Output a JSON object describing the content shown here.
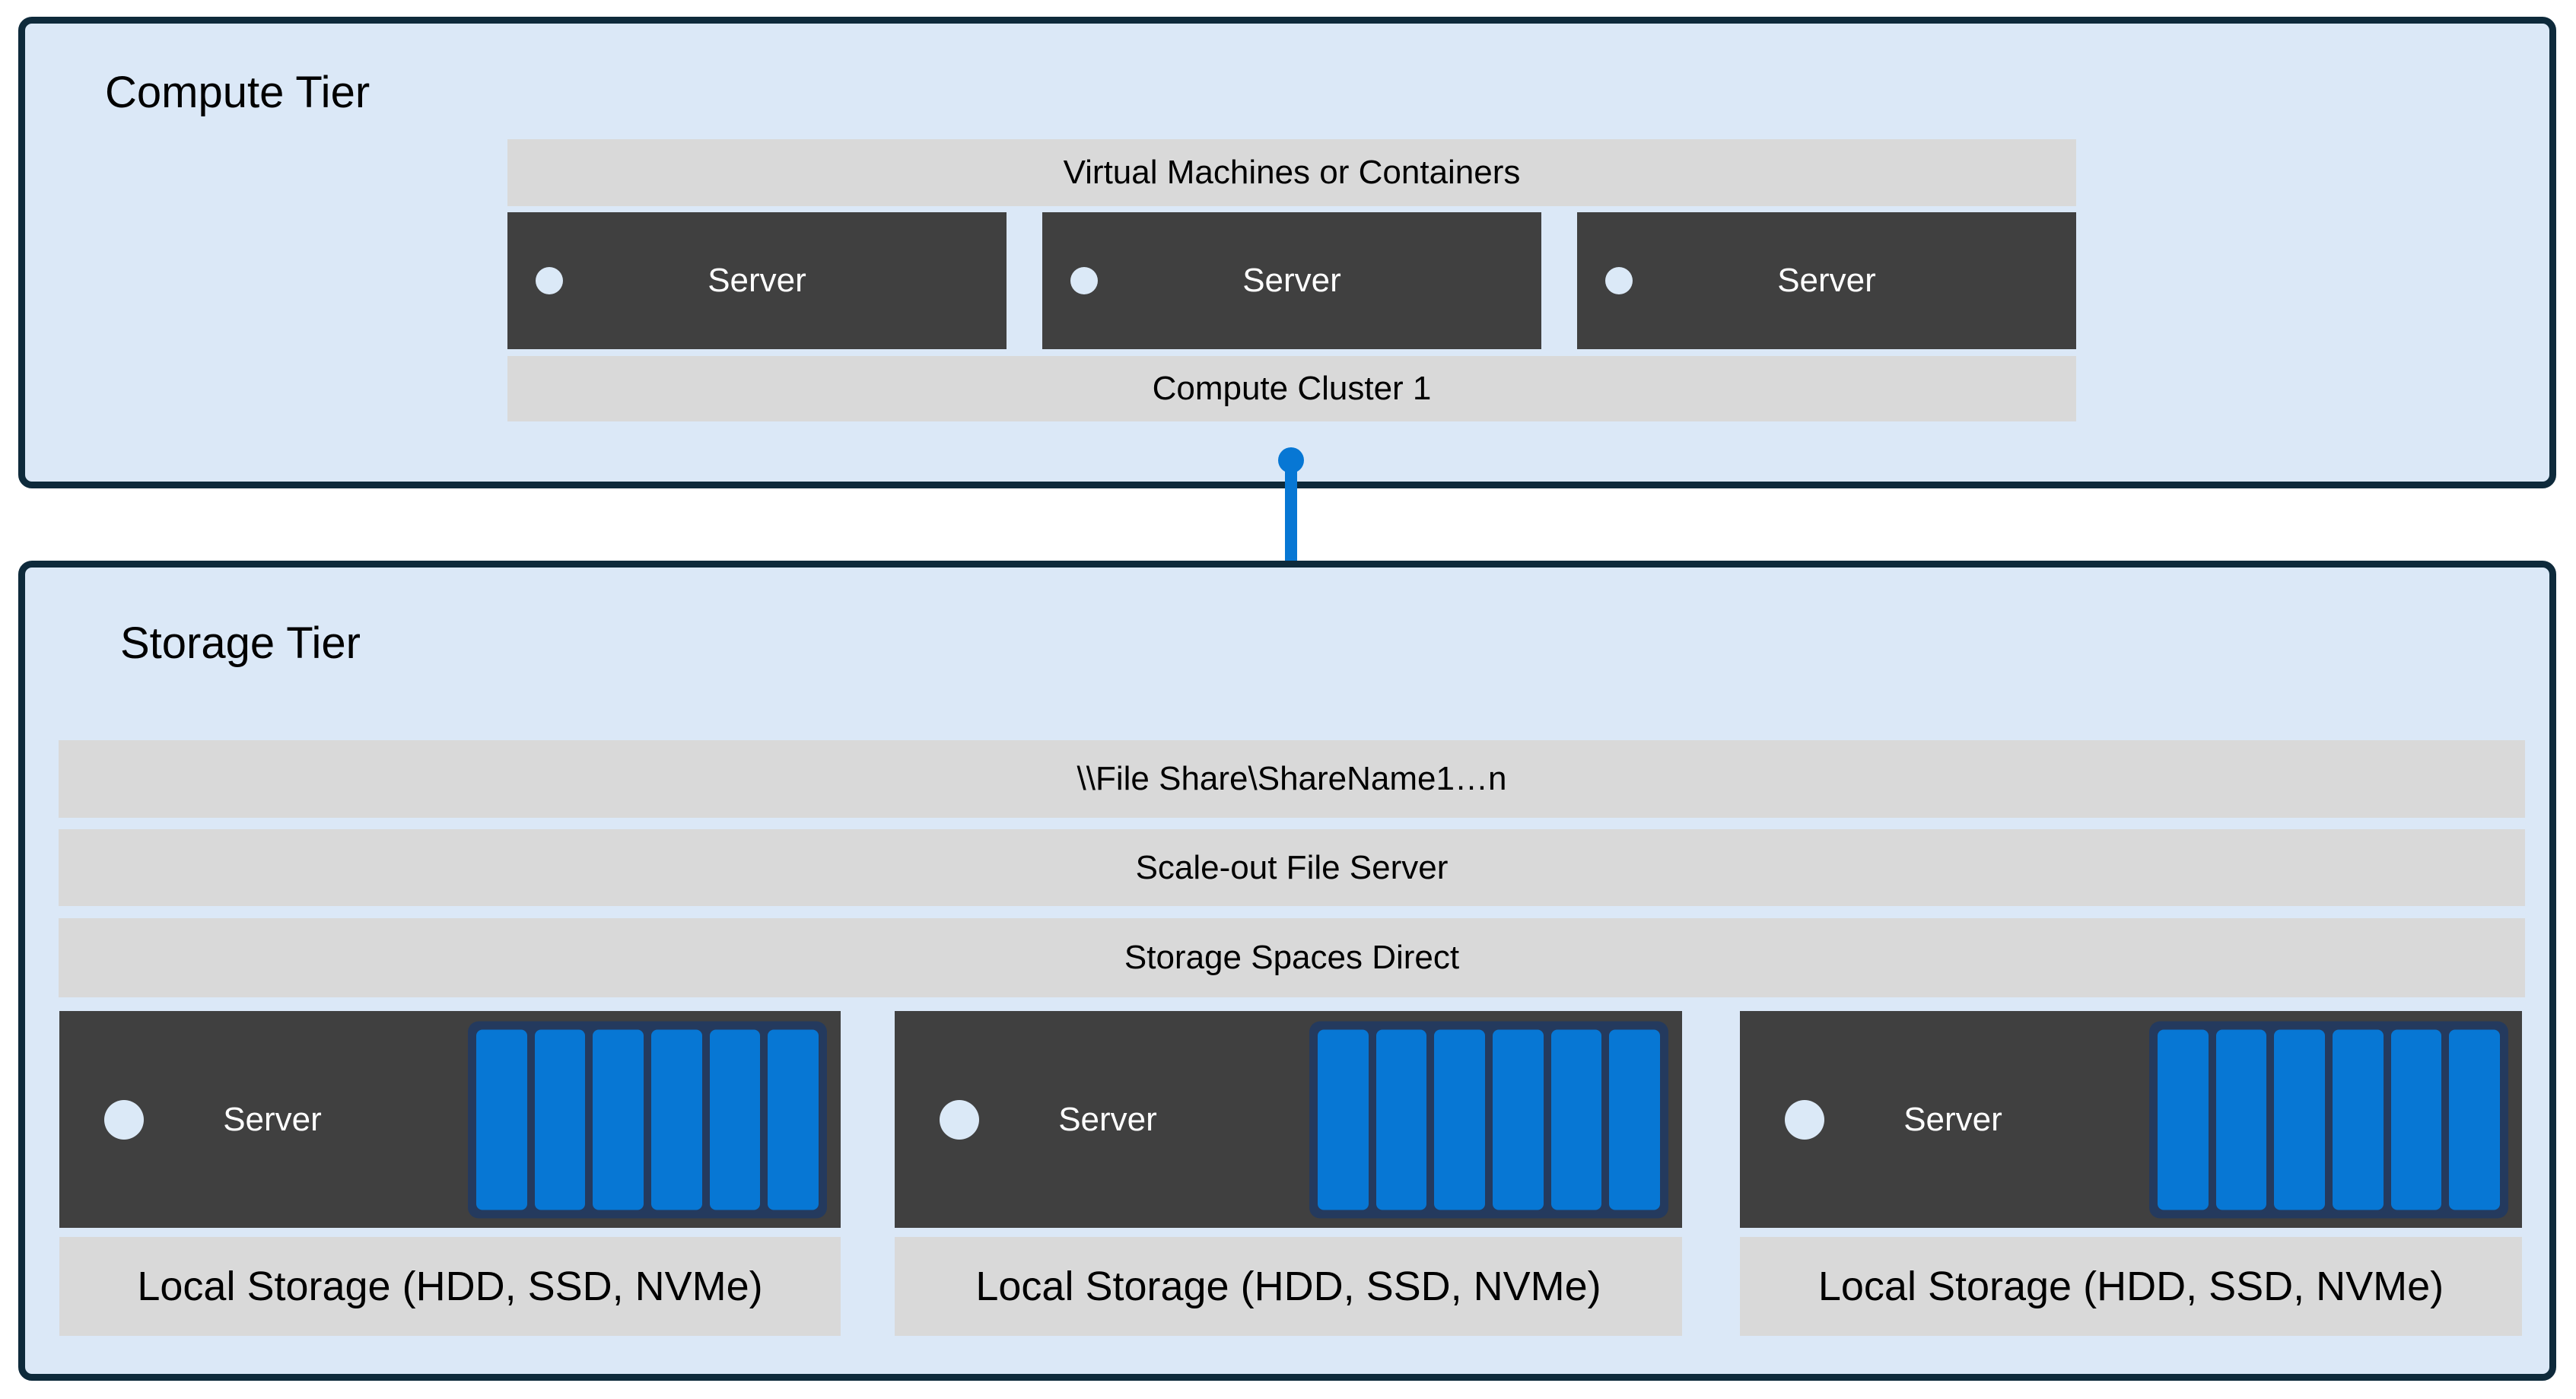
{
  "colors": {
    "page_bg": "#FFFFFF",
    "tier_fill": "#DBE8F7",
    "tier_border": "#0E2A3B",
    "bar_fill": "#D9D9D9",
    "bar_text": "#000000",
    "server_fill": "#404040",
    "server_text": "#FFFFFF",
    "accent_blue": "#0777D4",
    "disk_frame_navy": "#243A5E",
    "indicator_dot": "#DBE9F7"
  },
  "compute_tier": {
    "label": "Compute Tier",
    "vm_bar_label": "Virtual Machines or Containers",
    "servers": [
      {
        "label": "Server"
      },
      {
        "label": "Server"
      },
      {
        "label": "Server"
      }
    ],
    "cluster_bar_label": "Compute Cluster 1"
  },
  "storage_tier": {
    "label": "Storage Tier",
    "file_share_bar_label": "\\\\File Share\\ShareName1…n",
    "scale_out_file_server_bar_label": "Scale-out File Server",
    "storage_spaces_direct_bar_label": "Storage Spaces Direct",
    "servers": [
      {
        "label": "Server",
        "disk_count": 6,
        "local_storage_bar_label": "Local Storage (HDD, SSD, NVMe)"
      },
      {
        "label": "Server",
        "disk_count": 6,
        "local_storage_bar_label": "Local Storage (HDD, SSD, NVMe)"
      },
      {
        "label": "Server",
        "disk_count": 6,
        "local_storage_bar_label": "Local Storage (HDD, SSD, NVMe)"
      }
    ]
  }
}
